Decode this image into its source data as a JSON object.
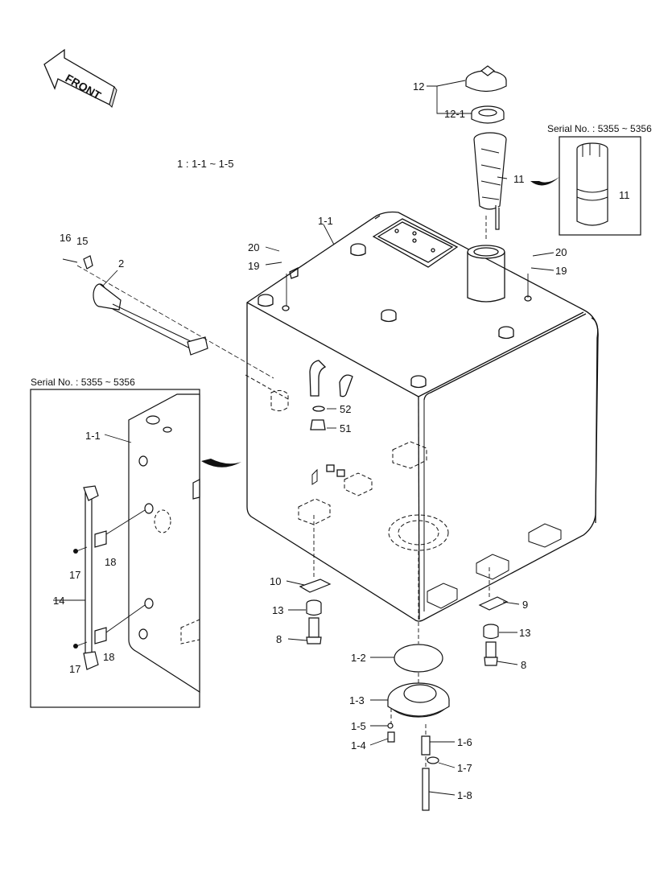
{
  "front_arrow": {
    "text": "FRONT"
  },
  "scope_note": "1 : 1-1 ~ 1-5",
  "insets": {
    "left": {
      "serial": "Serial No. : 5355 ~ 5356"
    },
    "right": {
      "serial": "Serial No. : 5355 ~ 5356"
    }
  },
  "labels": {
    "c1_1": "1-1",
    "c1_1_inset": "1-1",
    "c1_2": "1-2",
    "c1_3": "1-3",
    "c1_4": "1-4",
    "c1_5": "1-5",
    "c1_6": "1-6",
    "c1_7": "1-7",
    "c1_8": "1-8",
    "c2": "2",
    "c8_left": "8",
    "c8_right": "8",
    "c9": "9",
    "c10": "10",
    "c11": "11",
    "c11_inset": "11",
    "c12": "12",
    "c12_1": "12-1",
    "c13_left": "13",
    "c13_right": "13",
    "c14": "14",
    "c15": "15",
    "c16": "16",
    "c17_top": "17",
    "c17_bottom": "17",
    "c18_top": "18",
    "c18_bottom": "18",
    "c19_left": "19",
    "c19_right": "19",
    "c20_left": "20",
    "c20_right": "20",
    "c51": "51",
    "c52": "52"
  }
}
